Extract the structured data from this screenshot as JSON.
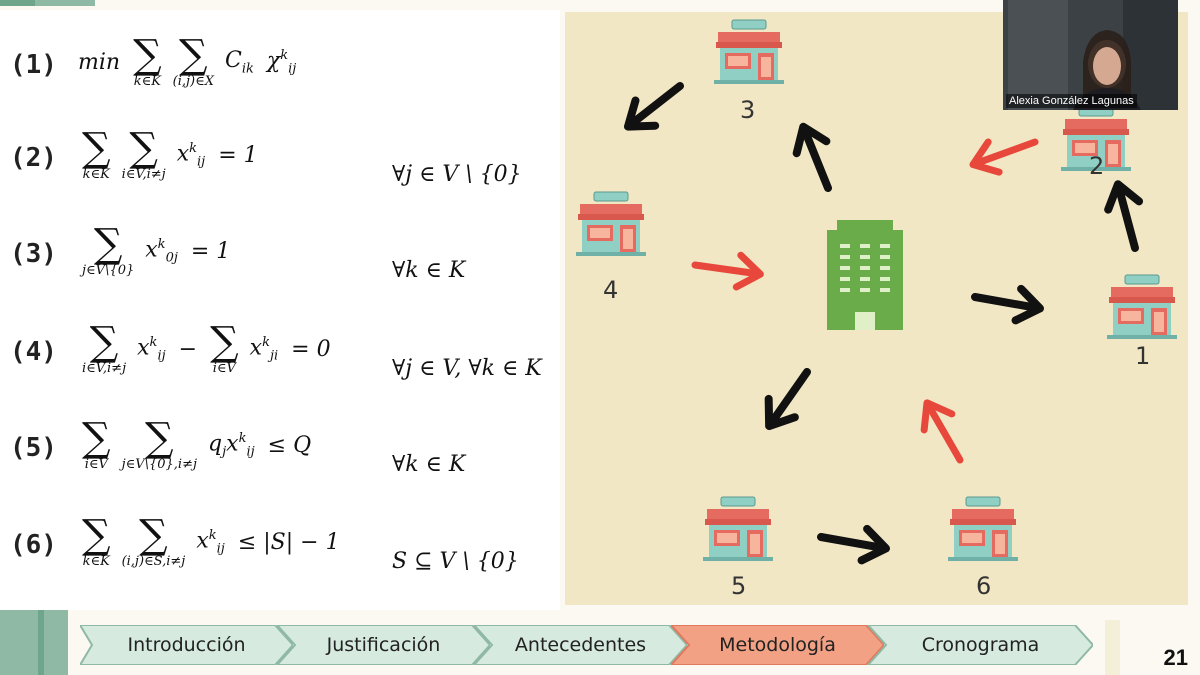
{
  "equations": [
    {
      "num": "(1)",
      "body": "min Σ_{k∈K} Σ_{(i,j)∈X} C_ik χ_ij^k",
      "cond": ""
    },
    {
      "num": "(2)",
      "body": "Σ_{k∈K} Σ_{i∈V,i≠j} x_ij^k = 1",
      "cond": "∀j ∈ V \\ {0}"
    },
    {
      "num": "(3)",
      "body": "Σ_{j∈V\\{0}} x_0j^k = 1",
      "cond": "∀k ∈ K"
    },
    {
      "num": "(4)",
      "body": "Σ_{i∈V,i≠j} x_ij^k − Σ_{i∈V} x_ji^k = 0",
      "cond": "∀j ∈ V, ∀k ∈ K"
    },
    {
      "num": "(5)",
      "body": "Σ_{i∈V} Σ_{j∈V\\{0},i≠j} q_j x_ij^k ≤ Q",
      "cond": "∀k ∈ K"
    },
    {
      "num": "(6)",
      "body": "Σ_{k∈K} Σ_{(i,j)∈S,i≠j} x_ij^k ≤ |S| − 1",
      "cond": "S ⊆ V \\ {0}"
    }
  ],
  "eq_parts": {
    "e1": {
      "min": "min",
      "s1": "k∈K",
      "s2": "(i,j)∈X",
      "term": "C",
      "term_sub": "ik",
      "term2": "χ",
      "term2_sup": "k",
      "term2_sub": "ij"
    },
    "e2": {
      "s1": "k∈K",
      "s2": "i∈V,i≠j",
      "x": "x",
      "sup": "k",
      "sub": "ij",
      "rhs": "= 1"
    },
    "e3": {
      "s1": "j∈V\\{0}",
      "x": "x",
      "sup": "k",
      "sub": "0j",
      "rhs": "= 1"
    },
    "e4": {
      "s1": "i∈V,i≠j",
      "x": "x",
      "sup": "k",
      "sub": "ij",
      "minus": "−",
      "s2": "i∈V",
      "x2": "x",
      "sup2": "k",
      "sub2": "ji",
      "rhs": "= 0"
    },
    "e5": {
      "s1": "i∈V",
      "s2": "j∈V\\{0},i≠j",
      "q": "q",
      "qsub": "j",
      "x": "x",
      "sup": "k",
      "sub": "ij",
      "rhs": "≤ Q"
    },
    "e6": {
      "s1": "k∈K",
      "s2": "(i,j)∈S,i≠j",
      "x": "x",
      "sup": "k",
      "sub": "ij",
      "rhs": "≤ |S| − 1"
    }
  },
  "sigma": "∑",
  "diagram": {
    "nodes": [
      "1",
      "2",
      "3",
      "4",
      "5",
      "6"
    ],
    "colors": {
      "background": "#f2e7c4",
      "black_arrow": "#111111",
      "red_arrow": "#e8473b",
      "hq_green": "#6aac4a",
      "store_roof": "#e56b60",
      "store_body": "#8fcfc4"
    }
  },
  "webcam": {
    "name": "Alexia González Lagunas"
  },
  "nav": {
    "items": [
      "Introducción",
      "Justificación",
      "Antecedentes",
      "Metodología",
      "Cronograma"
    ],
    "active": "Metodología"
  },
  "page_number": "21"
}
